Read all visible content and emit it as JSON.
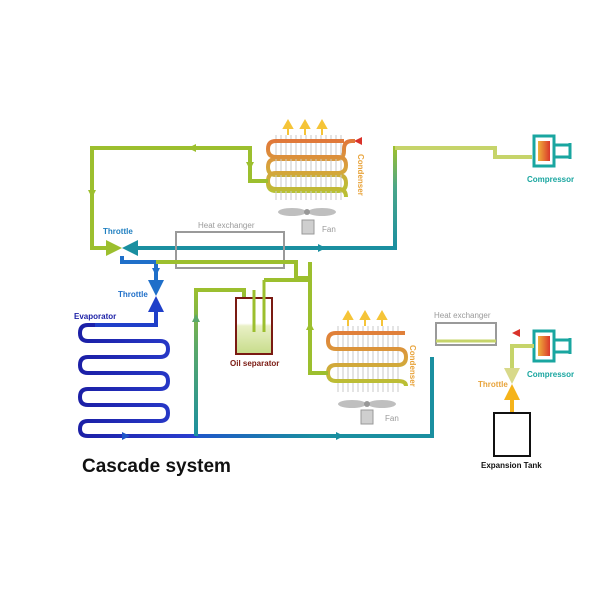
{
  "title": "Cascade system",
  "labels": {
    "condenser_top": "Condenser",
    "condenser_bottom": "Condenser",
    "compressor_top": "Compressor",
    "compressor_bottom": "Compressor",
    "fan_top": "Fan",
    "fan_bottom": "Fan",
    "heat_exchanger_top": "Heat exchanger",
    "heat_exchanger_bottom": "Heat exchanger",
    "throttle_top": "Throttle",
    "throttle_mid": "Throttle",
    "throttle_right": "Throttle",
    "evaporator": "Evaporator",
    "oil_separator": "Oil separator",
    "expansion_tank": "Expansion Tank"
  },
  "colors": {
    "hot": "#d9372b",
    "warm": "#e8a33a",
    "lime": "#9cbf2e",
    "teal": "#1a8fa0",
    "blue": "#1f56c9",
    "navy": "#1b1fa6",
    "compressor": "#19a6a0",
    "gray_label": "#9a9a9a",
    "dark_red": "#7a1a12"
  }
}
